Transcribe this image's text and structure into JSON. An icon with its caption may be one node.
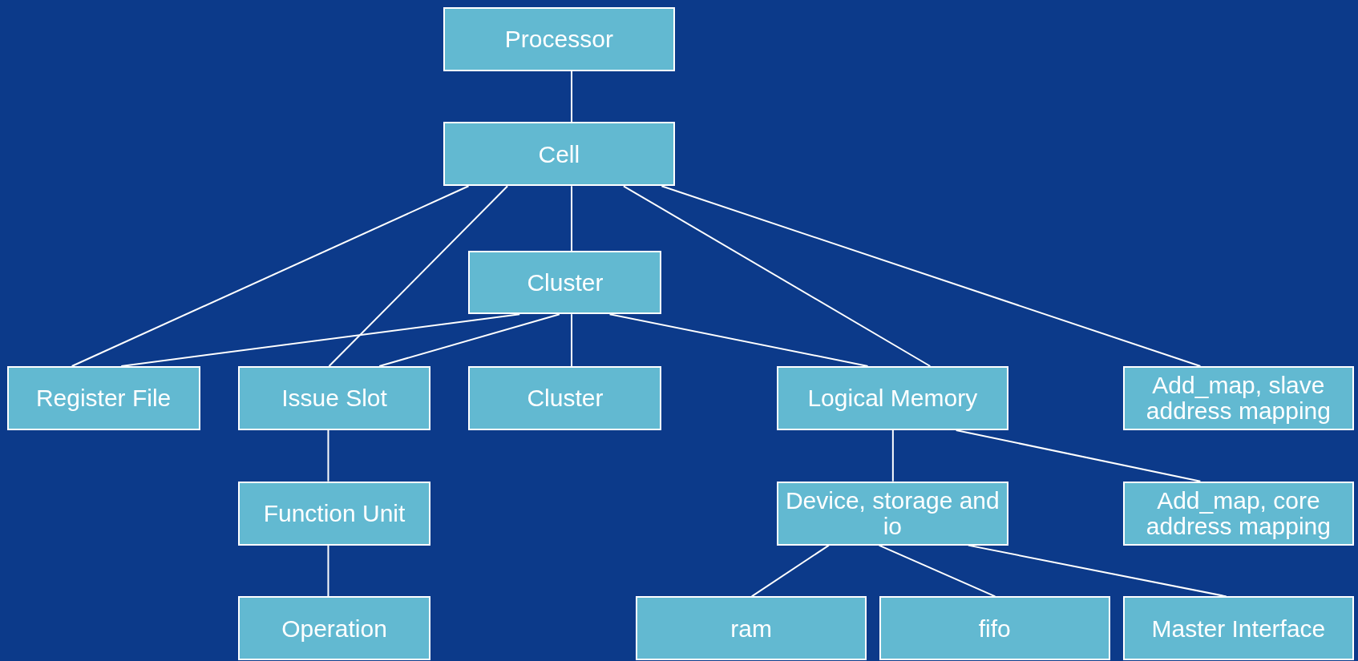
{
  "diagram": {
    "nodes": [
      {
        "text": [
          "Processor"
        ]
      },
      {
        "text": [
          "Cell"
        ]
      },
      {
        "text": [
          "Cluster"
        ]
      },
      {
        "text": [
          "Register File"
        ]
      },
      {
        "text": [
          "Issue Slot"
        ]
      },
      {
        "text": [
          "Cluster"
        ]
      },
      {
        "text": [
          "Logical Memory"
        ]
      },
      {
        "text": [
          "Add_map, slave address mapping"
        ]
      },
      {
        "text": [
          "Function Unit"
        ]
      },
      {
        "text": [
          "Device, storage and io"
        ]
      },
      {
        "text": [
          "Add_map, core address mapping"
        ]
      },
      {
        "text": [
          "Operation"
        ]
      },
      {
        "text": [
          "ram"
        ]
      },
      {
        "text": [
          "fifo"
        ]
      },
      {
        "text": [
          "Master Interface"
        ]
      }
    ],
    "edges": [
      {
        "from": 0,
        "to": 1,
        "arrow": "none"
      },
      {
        "from": 1,
        "to": 3,
        "arrow": "none"
      },
      {
        "from": 1,
        "to": 4,
        "arrow": "none"
      },
      {
        "from": 1,
        "to": 2,
        "arrow": "none"
      },
      {
        "from": 1,
        "to": 6,
        "arrow": "none"
      },
      {
        "from": 1,
        "to": 7,
        "arrow": "none"
      },
      {
        "from": 2,
        "to": 3,
        "arrow": "none"
      },
      {
        "from": 2,
        "to": 4,
        "arrow": "none"
      },
      {
        "from": 2,
        "to": 5,
        "arrow": "none"
      },
      {
        "from": 2,
        "to": 6,
        "arrow": "none"
      },
      {
        "from": 4,
        "to": 8,
        "arrow": "none"
      },
      {
        "from": 8,
        "to": 11,
        "arrow": "none"
      },
      {
        "from": 6,
        "to": 9,
        "arrow": "none"
      },
      {
        "from": 6,
        "to": 10,
        "arrow": "none"
      },
      {
        "from": 9,
        "to": 12,
        "arrow": "none"
      },
      {
        "from": 9,
        "to": 13,
        "arrow": "none"
      },
      {
        "from": 9,
        "to": 14,
        "arrow": "none"
      }
    ]
  }
}
